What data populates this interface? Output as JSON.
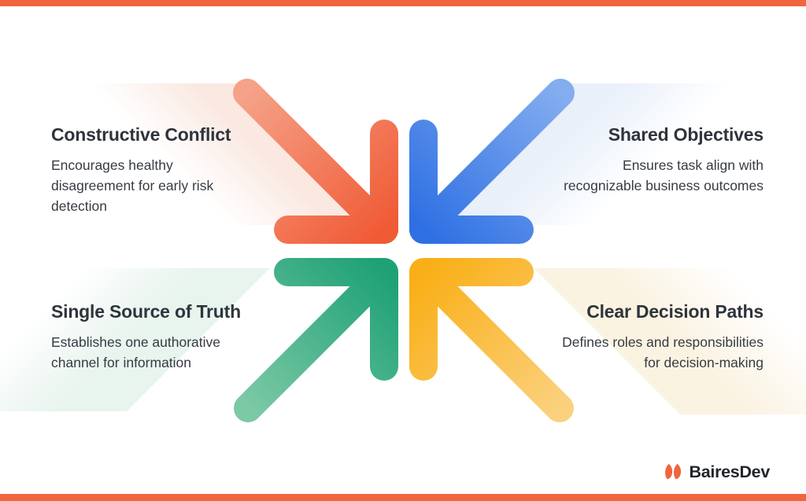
{
  "theme": {
    "background": "#FFFFFF",
    "accent_color": "#F0653E",
    "heading_color": "#2F343C",
    "body_color": "#363B43"
  },
  "quadrants": [
    {
      "id": "constructive-conflict",
      "title": "Constructive Conflict",
      "description": "Encourages healthy\ndisagreement for early risk\ndetection",
      "arrow_direction": "down-right",
      "arrow_head_color": "#F05B36",
      "arrow_tail_color": "#F5A288",
      "panel_color": "#FAE8E1"
    },
    {
      "id": "shared-objectives",
      "title": "Shared Objectives",
      "description": "Ensures task align with\nrecognizable business outcomes",
      "arrow_direction": "down-left",
      "arrow_head_color": "#2E70E3",
      "arrow_tail_color": "#84ADF0",
      "panel_color": "#E9F0FA"
    },
    {
      "id": "single-source-of-truth",
      "title": "Single Source of Truth",
      "description": "Establishes one authorative\nchannel for information",
      "arrow_direction": "up-right",
      "arrow_head_color": "#1FA176",
      "arrow_tail_color": "#7CC9A6",
      "panel_color": "#E8F4EE"
    },
    {
      "id": "clear-decision-paths",
      "title": "Clear Decision Paths",
      "description": "Defines roles and responsibilities\nfor decision-making",
      "arrow_direction": "up-left",
      "arrow_head_color": "#F9AF17",
      "arrow_tail_color": "#FBD17E",
      "panel_color": "#FBF3E2"
    }
  ],
  "footer": {
    "brand": "BairesDev",
    "logo_color": "#F0653E",
    "brand_text_color": "#22252B"
  }
}
